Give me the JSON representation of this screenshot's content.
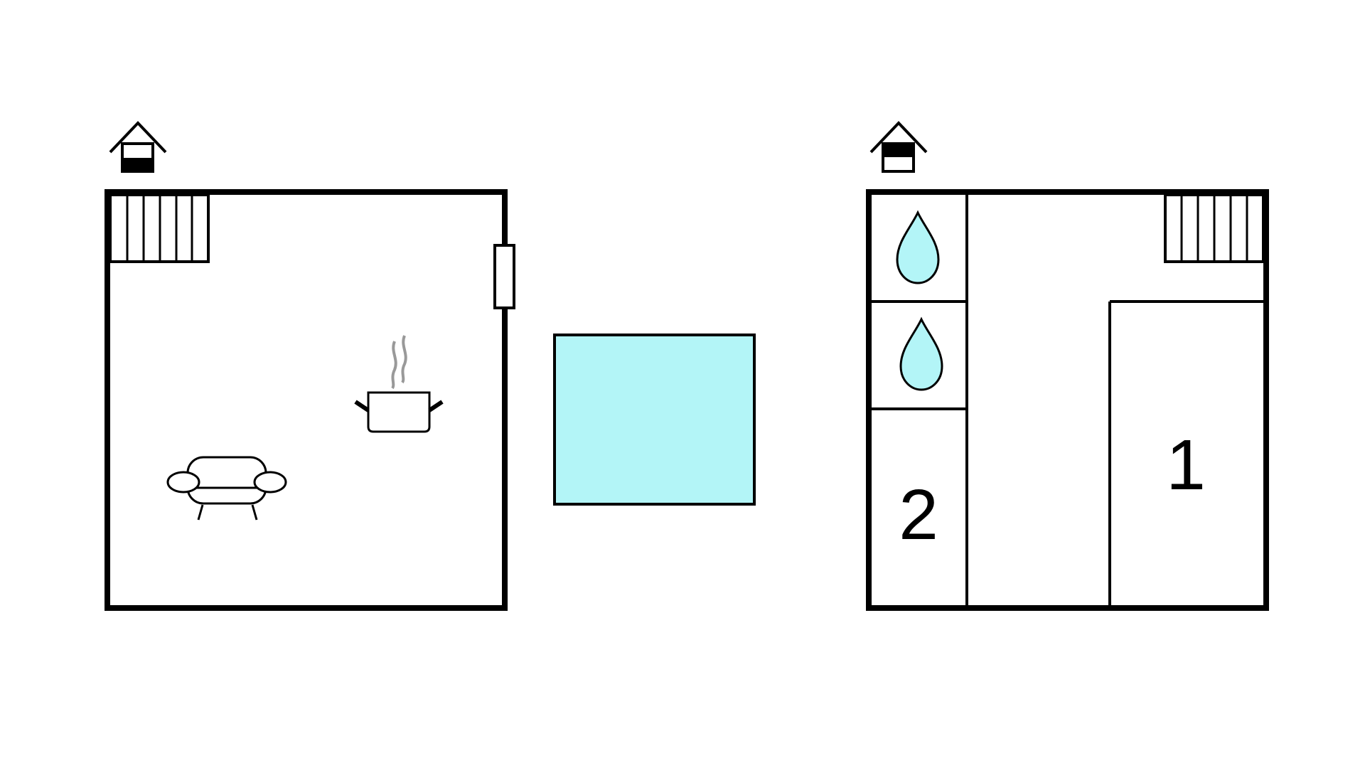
{
  "colors": {
    "background": "#ffffff",
    "line": "#000000",
    "water": "#b3f5f7",
    "steam": "#999999",
    "floor_marker_fill": "#000000"
  },
  "floors": [
    {
      "name": "ground-floor",
      "floor_marker_icon": "house-floor-marker-icon",
      "floor_marker_level": "lower",
      "icons": [
        "stairs-icon",
        "door-icon",
        "cooking-pot-icon",
        "sofa-icon"
      ]
    },
    {
      "name": "upper-floor",
      "floor_marker_icon": "house-floor-marker-icon",
      "floor_marker_level": "upper",
      "icons": [
        "stairs-icon",
        "water-drop-icon",
        "water-drop-icon"
      ],
      "rooms": [
        {
          "label": "2",
          "kind": "bedroom"
        },
        {
          "label": "1",
          "kind": "bedroom"
        }
      ]
    }
  ],
  "pool": {
    "icon": "pool-icon"
  }
}
